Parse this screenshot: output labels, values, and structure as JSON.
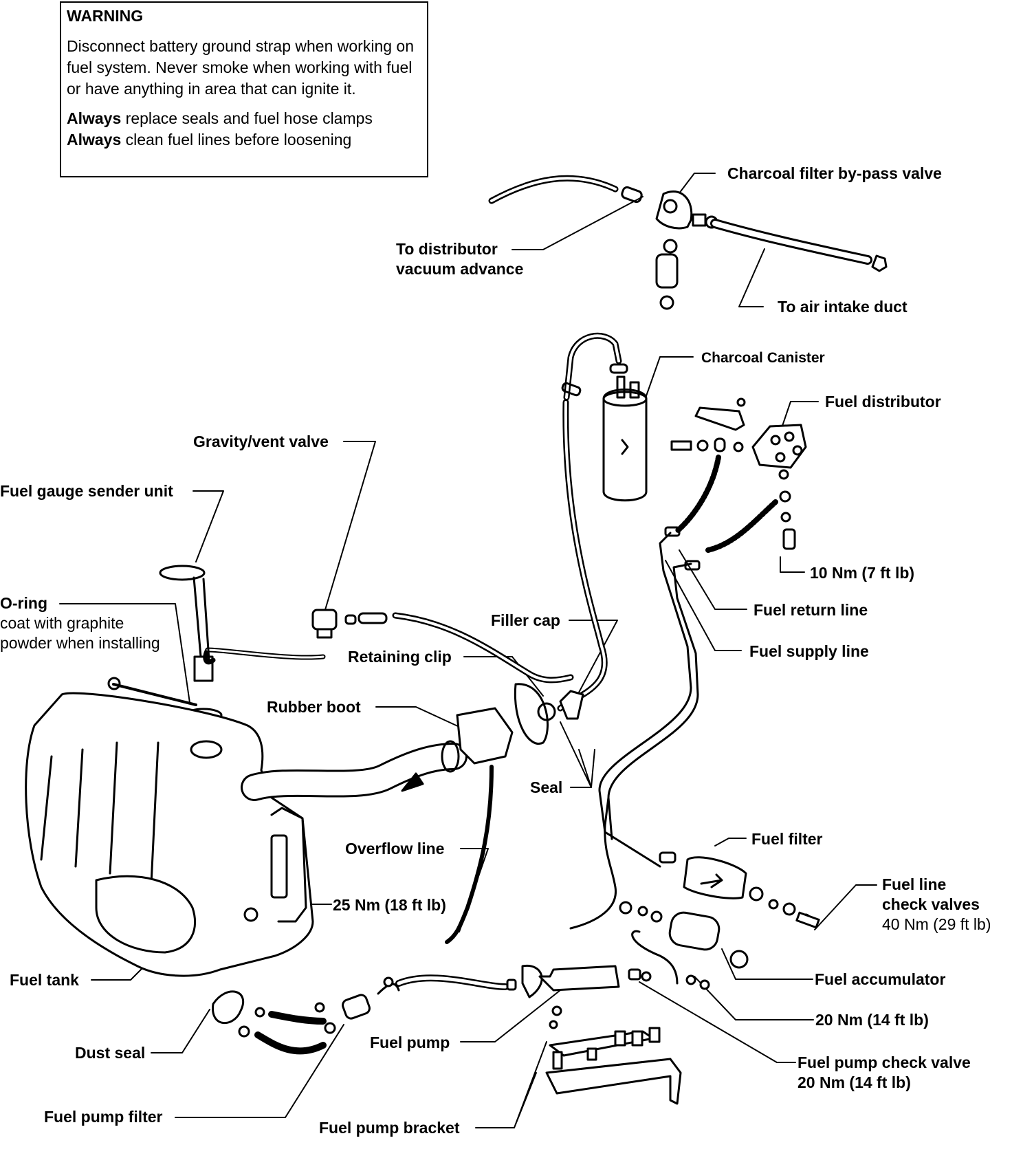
{
  "warning": {
    "title": "WARNING",
    "p1": "Disconnect battery ground strap when working on fuel system. Never smoke when working with fuel or have anything in area that can ignite it.",
    "p2a_bold": "Always",
    "p2a_rest": " replace seals and fuel hose clamps",
    "p2b_bold": "Always",
    "p2b_rest": " clean fuel lines before loosening"
  },
  "labels": {
    "charcoal_bypass": "Charcoal filter by-pass valve",
    "to_distributor_1": "To distributor",
    "to_distributor_2": "vacuum advance",
    "to_air_intake": "To air intake duct",
    "charcoal_canister": "Charcoal Canister",
    "fuel_distributor": "Fuel distributor",
    "gravity_vent": "Gravity/vent valve",
    "fuel_gauge_sender": "Fuel gauge sender unit",
    "o_ring": "O-ring",
    "o_ring_note_1": "coat with graphite",
    "o_ring_note_2": "powder when installing",
    "torque_10": "10 Nm (7 ft lb)",
    "filler_cap": "Filler cap",
    "fuel_return_line": "Fuel return line",
    "retaining_clip": "Retaining clip",
    "fuel_supply_line": "Fuel supply line",
    "rubber_boot": "Rubber boot",
    "seal": "Seal",
    "overflow_line": "Overflow line",
    "fuel_filter": "Fuel filter",
    "check_valves_1": "Fuel  line",
    "check_valves_2": "check  valves",
    "check_valves_3": "40 Nm (29 ft lb)",
    "torque_25": "25 Nm (18 ft lb)",
    "fuel_tank": "Fuel tank",
    "fuel_accumulator": "Fuel accumulator",
    "torque_20": "20 Nm (14 ft lb)",
    "dust_seal": "Dust seal",
    "fuel_pump": "Fuel pump",
    "pump_check_valve_1": "Fuel pump check valve",
    "pump_check_valve_2": "20 Nm (14 ft lb)",
    "fuel_pump_filter": "Fuel pump filter",
    "fuel_pump_bracket": "Fuel pump bracket"
  }
}
